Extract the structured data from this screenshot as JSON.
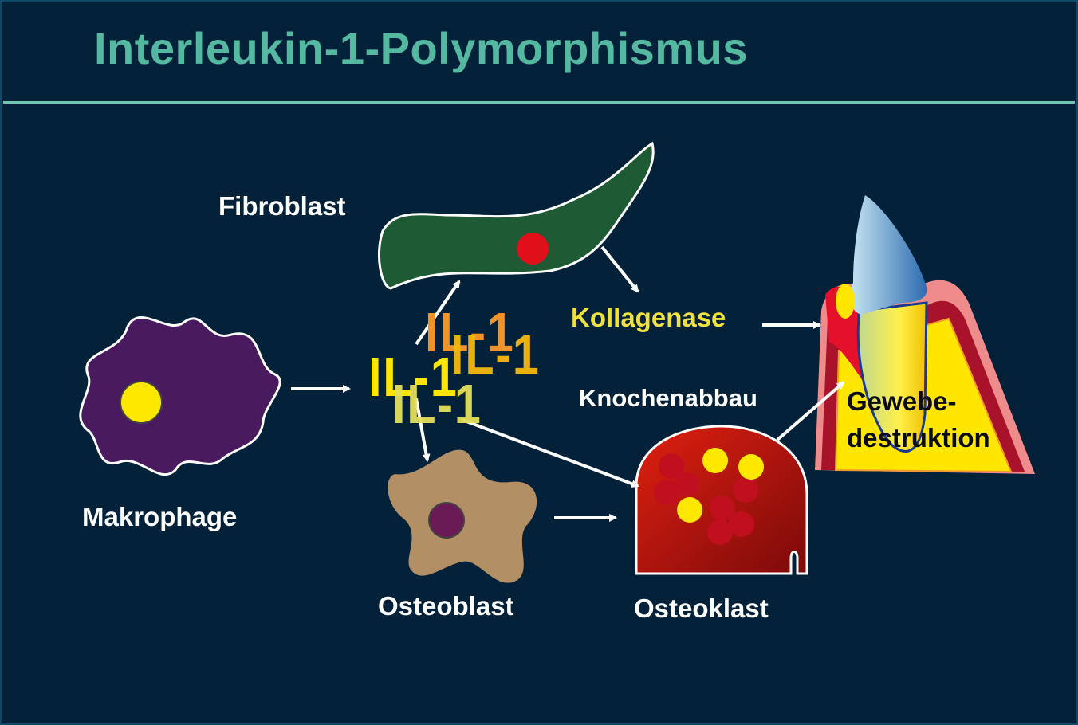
{
  "slide": {
    "title": "Interleukin-1-Polymorphismus",
    "labels": {
      "fibroblast": "Fibroblast",
      "makrophage": "Makrophage",
      "osteoblast": "Osteoblast",
      "osteoklast": "Osteoklast",
      "kollagenase": "Kollagenase",
      "knochenabbau": "Knochenabbau",
      "gewebe_line1": "Gewebe-",
      "gewebe_line2": "destruktion"
    },
    "cytokines": [
      "IL-1",
      "IL-1",
      "IL-1",
      "IL-1"
    ]
  },
  "colors": {
    "background": "#03223a",
    "title": "#55b9a2",
    "kollagenase": "#f0e040",
    "il1_orange": "#f0932a",
    "il1_amber": "#f7b90c",
    "il1_yellow": "#ffe600",
    "il1_pale": "#e4e05a"
  }
}
